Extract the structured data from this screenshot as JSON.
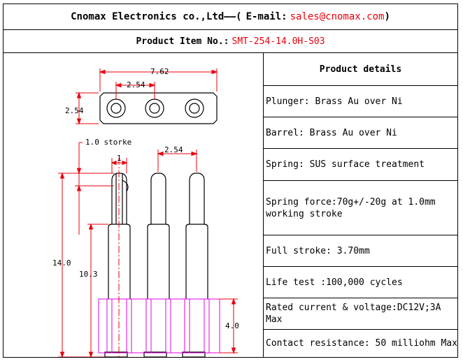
{
  "header": {
    "prefix": "Cnomax Electronics co.,Ltd——(",
    "email_label": "E-mail:",
    "email": "sales@cnomax.com",
    "suffix": ")"
  },
  "item": {
    "label": "Product Item No.:",
    "number": "SMT-254-14.0H-S03"
  },
  "drawing": {
    "dim_width": "7.62",
    "dim_pitch_top": "2.54",
    "dim_height_top": "2.54",
    "stroke_label": "1.0 storke",
    "dim_tip": "1",
    "dim_pitch_side": "2.54",
    "dim_total_height": "14.0",
    "dim_barrel_height": "10.3",
    "dim_base_height": "4.0"
  },
  "details": {
    "title": "Product details",
    "rows": [
      "Plunger: Brass Au over Ni",
      "Barrel: Brass Au over Ni",
      "Spring: SUS surface treatment",
      "Spring force:70g+/-20g at 1.0mm working stroke",
      "Full stroke: 3.70mm",
      "Life test :100,000 cycles",
      "Rated current & voltage:DC12V;3A Max",
      "Contact resistance: 50 milliohm Max"
    ]
  },
  "colors": {
    "dimension": "#e8000d",
    "housing": "#e000e0",
    "outline": "#000000"
  }
}
